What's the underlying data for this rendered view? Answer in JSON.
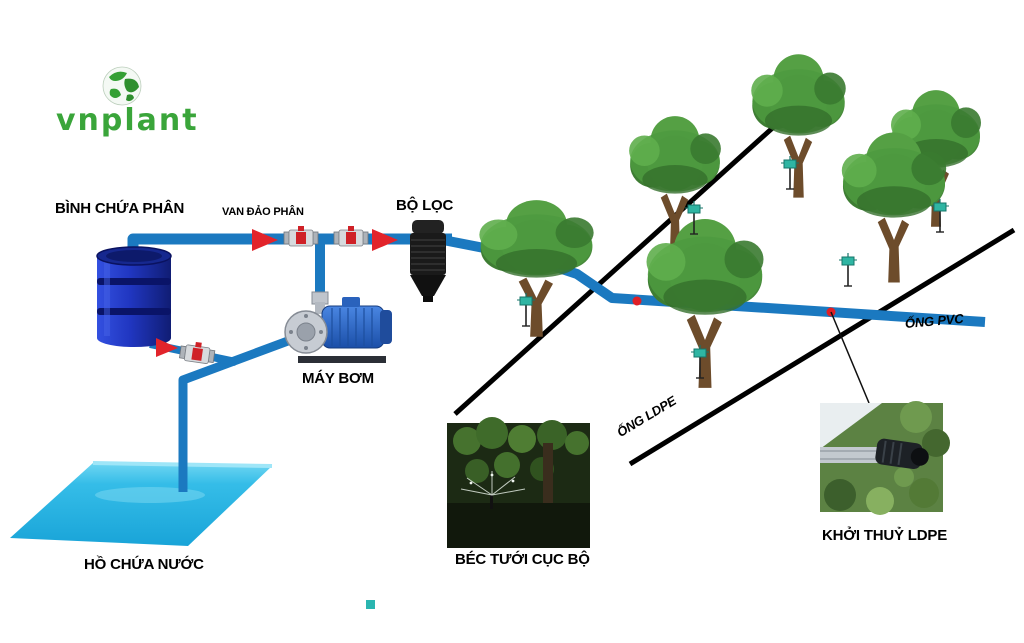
{
  "logo": {
    "brand": "vnplant"
  },
  "labels": {
    "fertilizer_tank": "BÌNH CHỨA PHÂN",
    "fertilizer_valve": "VAN ĐẢO PHÂN",
    "filter": "BỘ LỌC",
    "pump": "MÁY BƠM",
    "water_reservoir": "HỒ CHỨA NƯỚC",
    "pvc_pipe": "ỐNG PVC",
    "ldpe_pipe": "ỐNG LDPE",
    "local_sprinkler": "BÉC TƯỚI CỤC BỘ",
    "ldpe_start": "KHỞI THUỶ LDPE"
  },
  "colors": {
    "pipe_blue": "#1b79c0",
    "pond_cyan": "#35bde8",
    "barrel_blue": "#2036c0",
    "accent_red": "#da2128",
    "brand_green": "#3aa53a",
    "sprinkler_teal": "#2fb5a3"
  }
}
